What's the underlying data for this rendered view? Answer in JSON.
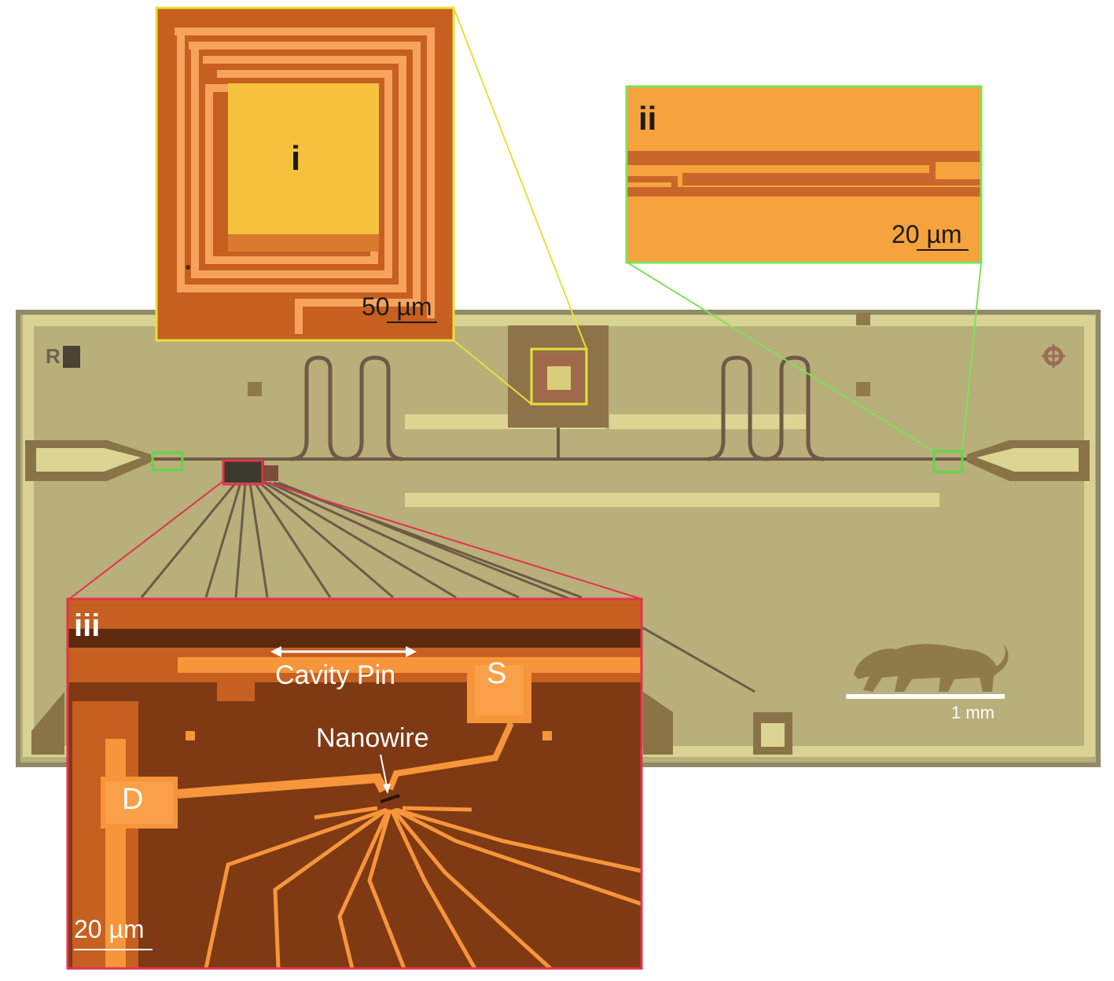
{
  "figure": {
    "chip_scale_label": "1 mm",
    "colors": {
      "chip_substrate": "#b7ae78",
      "chip_metal": "#d9d493",
      "chip_trace": "#6b5c46",
      "inset_i_frame": "#e5e03a",
      "inset_ii_frame": "#7fe05a",
      "inset_iii_frame": "#e2334d",
      "inset_orange": "#f59a3c",
      "inset_dark": "#c5601e"
    }
  },
  "insets": {
    "i": {
      "label": "i",
      "scale": "50 µm"
    },
    "ii": {
      "label": "ii",
      "scale": "20 µm"
    },
    "iii": {
      "label": "iii",
      "scale": "20 µm",
      "annotations": {
        "cavity_pin": "Cavity Pin",
        "nanowire": "Nanowire",
        "source": "S",
        "drain": "D"
      }
    }
  }
}
